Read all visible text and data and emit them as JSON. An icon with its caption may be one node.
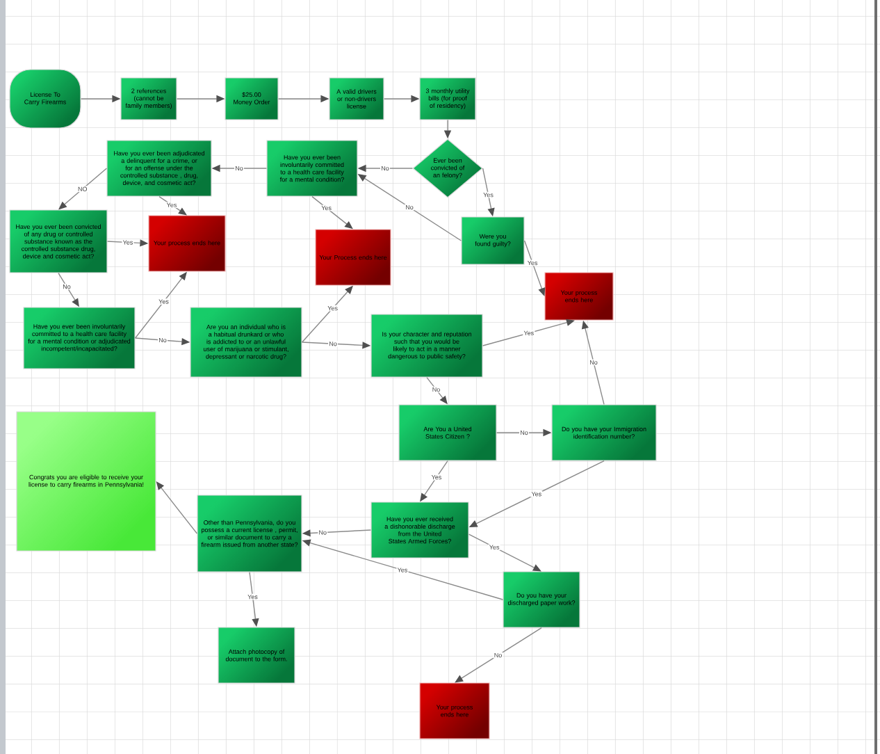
{
  "diagram": {
    "nodes": [
      {
        "text": [
          "License To Carry Firearms"
        ]
      },
      {
        "text": [
          "2 references (cannot be family members)"
        ]
      },
      {
        "text": [
          "$25.00 Money Order"
        ]
      },
      {
        "text": [
          "A valid drivers or non-drivers license"
        ]
      },
      {
        "text": [
          "3 monthly utility bills (for proof of residency)"
        ]
      },
      {
        "text": [
          "Have you ever been adjudicated a delinquent for a crime, or for an offense under the controlled substance , drug, device, and cosmetic act?"
        ]
      },
      {
        "text": [
          "Have you ever been involuntarily committed to a health care facility for a mental condition?"
        ]
      },
      {
        "text": [
          "Ever been convicted of an felony?"
        ]
      },
      {
        "text": [
          "Have you ever been convicted of any drug or controlled substance known as the controlled substance drug, device and cosmetic act?"
        ]
      },
      {
        "text": [
          "Your process ends here"
        ]
      },
      {
        "text": [
          "Were you found guilty?"
        ]
      },
      {
        "text": [
          "Your Process ends here"
        ]
      },
      {
        "text": [
          "Your process ends here"
        ]
      },
      {
        "text": [
          "Have you ever been involuntarily committed to a health care facility for a mental condition or adjudicated incompetent/incapacitated?"
        ]
      },
      {
        "text": [
          "Are you an individual who is a habitual drunkard or who is addicted to or an unlawful user of marijuana or stimulant, depressant or narcotic drug?"
        ]
      },
      {
        "text": [
          "Is your character and reputation such that you would be likely to act in a manner dangerous to public safety?"
        ]
      },
      {
        "text": [
          "Are You a United States Citizen ?"
        ]
      },
      {
        "text": [
          "Do you have your Immigration identification number?"
        ]
      },
      {
        "text": [
          "Congrats you are eligible to receive your license to carry firearms in Pennsylvania!"
        ]
      },
      {
        "text": [
          "Other than Pennsylvania, do you possess a current license , permit, or similar document to carry a firearm issued from another state?"
        ]
      },
      {
        "text": [
          "Have you ever received a dishonorable discharge from the United States Armed Forces?"
        ]
      },
      {
        "text": [
          "Do you have your discharged paper work?"
        ]
      },
      {
        "text": [
          "Attach photocopy of document to the form."
        ]
      },
      {
        "text": [
          "Your process ends here"
        ]
      }
    ],
    "edges": [
      {
        "from": 0,
        "to": 1,
        "arrow": "to"
      },
      {
        "from": 1,
        "to": 2,
        "arrow": "to"
      },
      {
        "from": 2,
        "to": 3,
        "arrow": "to"
      },
      {
        "from": 3,
        "to": 4,
        "arrow": "to"
      },
      {
        "from": 4,
        "to": 7,
        "arrow": "to"
      },
      {
        "from": 7,
        "to": 6,
        "arrow": "to",
        "label": "No"
      },
      {
        "from": 6,
        "to": 5,
        "arrow": "to",
        "label": "No"
      },
      {
        "from": 7,
        "to": 10,
        "arrow": "to",
        "label": "Yes"
      },
      {
        "from": 10,
        "to": 6,
        "arrow": "to",
        "label": "No"
      },
      {
        "from": 10,
        "to": 12,
        "arrow": "to",
        "label": "Yes"
      },
      {
        "from": 6,
        "to": 11,
        "arrow": "to",
        "label": "Yes"
      },
      {
        "from": 5,
        "to": 9,
        "arrow": "to",
        "label": "Yes"
      },
      {
        "from": 5,
        "to": 8,
        "arrow": "to",
        "label": "NO"
      },
      {
        "from": 8,
        "to": 9,
        "arrow": "to",
        "label": "Yes"
      },
      {
        "from": 8,
        "to": 13,
        "arrow": "to",
        "label": "No"
      },
      {
        "from": 13,
        "to": 9,
        "arrow": "to",
        "label": "Yes"
      },
      {
        "from": 13,
        "to": 14,
        "arrow": "to",
        "label": "No"
      },
      {
        "from": 14,
        "to": 11,
        "arrow": "to",
        "label": "Yes"
      },
      {
        "from": 14,
        "to": 15,
        "arrow": "to",
        "label": "No"
      },
      {
        "from": 15,
        "to": 12,
        "arrow": "to",
        "label": "Yes"
      },
      {
        "from": 15,
        "to": 16,
        "arrow": "to",
        "label": "No"
      },
      {
        "from": 16,
        "to": 17,
        "arrow": "to",
        "label": "No"
      },
      {
        "from": 17,
        "to": 12,
        "arrow": "to",
        "label": "No"
      },
      {
        "from": 16,
        "to": 20,
        "arrow": "to",
        "label": "Yes"
      },
      {
        "from": 17,
        "to": 20,
        "arrow": "to",
        "label": "Yes"
      },
      {
        "from": 20,
        "to": 19,
        "arrow": "to",
        "label": "No"
      },
      {
        "from": 20,
        "to": 21,
        "arrow": "to",
        "label": "Yes"
      },
      {
        "from": 21,
        "to": 19,
        "arrow": "to",
        "label": "Yes"
      },
      {
        "from": 21,
        "to": 23,
        "arrow": "to",
        "label": "No"
      },
      {
        "from": 19,
        "to": 18,
        "arrow": "to"
      },
      {
        "from": 19,
        "to": 22,
        "arrow": "to",
        "label": "Yes"
      }
    ]
  }
}
